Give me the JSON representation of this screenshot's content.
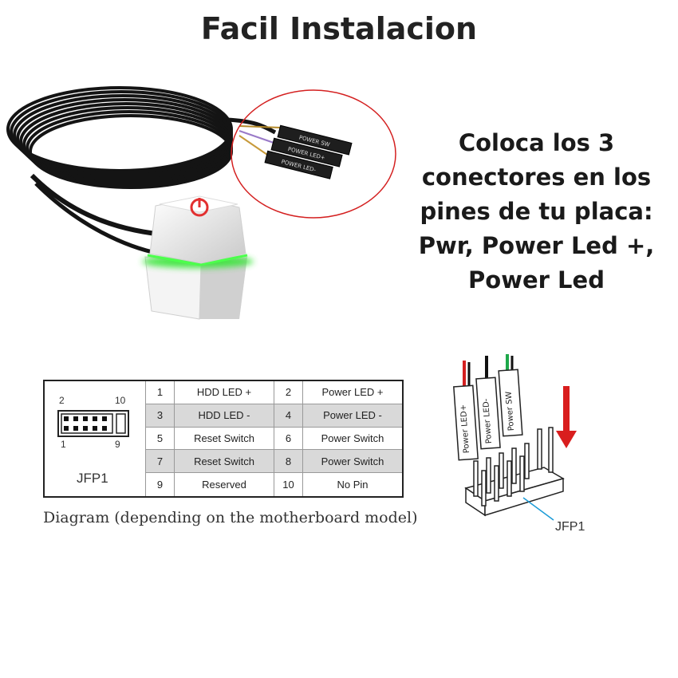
{
  "title": "Facil Instalacion",
  "instructions": [
    "Coloca los 3",
    "conectores en los",
    "pines de tu placa:",
    "Pwr, Power Led +,",
    "Power Led"
  ],
  "connector_labels": [
    "POWER SW",
    "POWER LED+",
    "POWER LED-"
  ],
  "jfp_header": {
    "top_left": "2",
    "top_right": "10",
    "bottom_left": "1",
    "bottom_right": "9",
    "name": "JFP1"
  },
  "pin_table": [
    {
      "a_num": "1",
      "a_label": "HDD LED +",
      "b_num": "2",
      "b_label": "Power LED +"
    },
    {
      "a_num": "3",
      "a_label": "HDD LED -",
      "b_num": "4",
      "b_label": "Power LED -"
    },
    {
      "a_num": "5",
      "a_label": "Reset Switch",
      "b_num": "6",
      "b_label": "Power Switch"
    },
    {
      "a_num": "7",
      "a_label": "Reset Switch",
      "b_num": "8",
      "b_label": "Power Switch"
    },
    {
      "a_num": "9",
      "a_label": "Reserved",
      "b_num": "10",
      "b_label": "No Pin"
    }
  ],
  "caption": "Diagram (depending on the motherboard model)",
  "right_diagram": {
    "plug_labels": [
      "Power LED+",
      "Power LED-",
      "Power SW"
    ],
    "header_label": "JFP1"
  },
  "colors": {
    "led_green": "#39e639",
    "circle_red": "#d42020",
    "arrow_red": "#d91e1e",
    "pointer_blue": "#1a9bd7"
  }
}
